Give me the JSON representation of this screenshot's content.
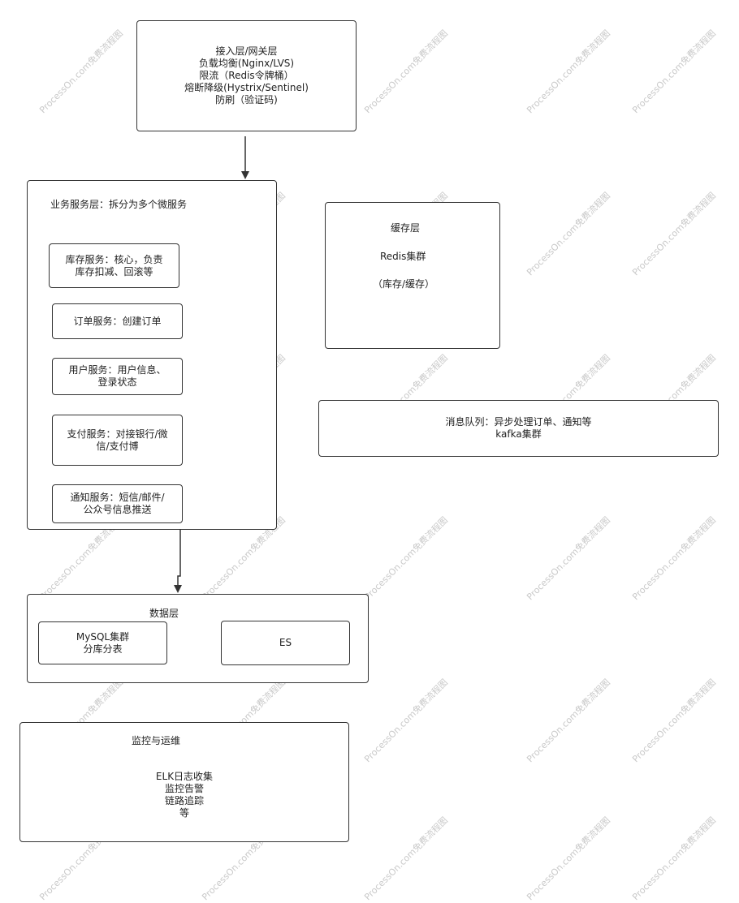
{
  "gateway": {
    "lines": [
      "接入层/网关层",
      "负载均衡(Nginx/LVS)",
      "限流（Redis令牌桶）",
      "熔断降级(Hystrix/Sentinel)",
      "防刷（验证码)"
    ]
  },
  "business": {
    "title": "业务服务层：拆分为多个微服务",
    "services": [
      {
        "lines": [
          "库存服务：核心，负责",
          "库存扣减、回滚等"
        ]
      },
      {
        "lines": [
          "订单服务：创建订单"
        ]
      },
      {
        "lines": [
          "用户服务：用户信息、",
          "登录状态"
        ]
      },
      {
        "lines": [
          "支付服务：对接银行/微",
          "信/支付博"
        ]
      },
      {
        "lines": [
          "通知服务：短信/邮件/",
          "公众号信息推送"
        ]
      }
    ]
  },
  "cache": {
    "title": "缓存层",
    "cluster": "Redis集群",
    "note": "（库存/缓存）"
  },
  "mq": {
    "lines": [
      "消息队列：异步处理订单、通知等",
      "kafka集群"
    ]
  },
  "data": {
    "title": "数据层",
    "mysql": [
      "MySQL集群",
      "分库分表"
    ],
    "es": "ES"
  },
  "monitor": {
    "title": "监控与运维",
    "lines": [
      "ELK日志收集",
      "监控告警",
      "链路追踪",
      "等"
    ]
  },
  "watermark": "ProcessOn.com免费流程图",
  "colors": {
    "border": "#333333",
    "watermark": "#c9c9c9",
    "arrow": "#333333"
  }
}
